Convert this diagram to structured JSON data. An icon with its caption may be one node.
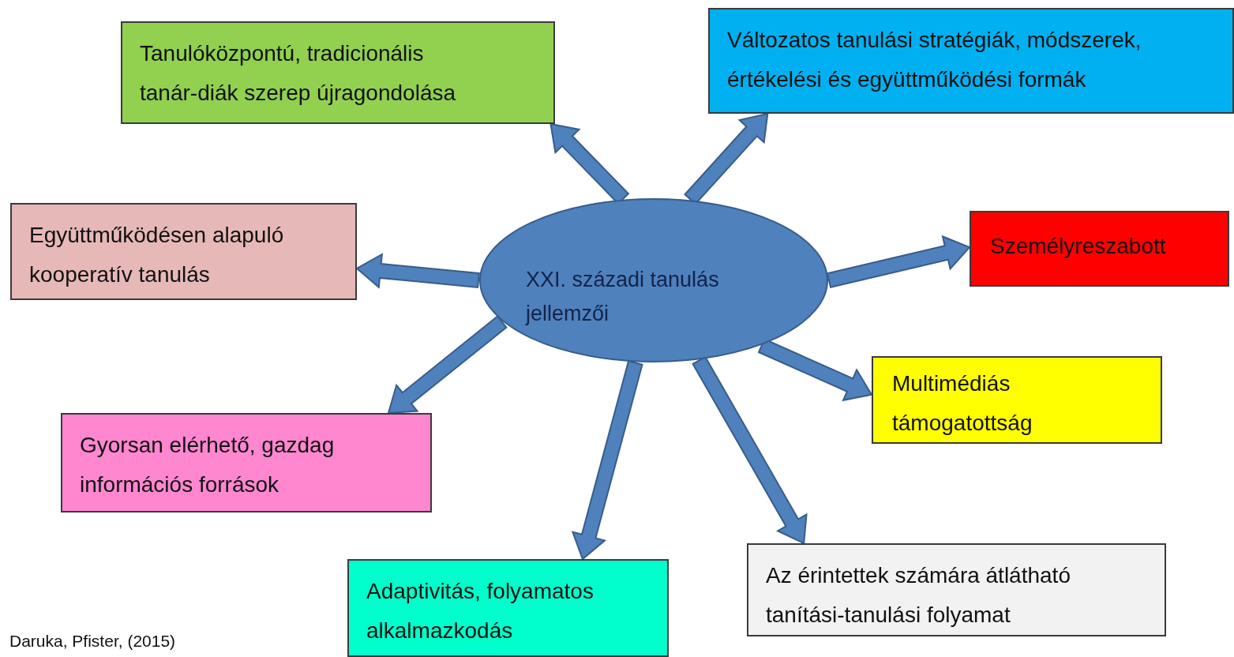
{
  "diagram": {
    "nodes": [
      {
        "text": [
          "XXI. századi tanulás jellemzői"
        ]
      },
      {
        "text": [
          "Tanulóközpontú, tradicionális tanár-diák szerep újragondolása"
        ]
      },
      {
        "text": [
          "Változatos tanulási stratégiák, módszerek, értékelési és együttműködési formák"
        ]
      },
      {
        "text": [
          "Együttműködésen alapuló kooperatív tanulás"
        ]
      },
      {
        "text": [
          "Személyreszabott"
        ]
      },
      {
        "text": [
          "Gyorsan elérhető, gazdag információs források"
        ]
      },
      {
        "text": [
          "Multimédiás támogatottság"
        ]
      },
      {
        "text": [
          "Az érintettek számára átlátható tanítási-tanulási folyamat"
        ]
      },
      {
        "text": [
          "Adaptivitás, folyamatos alkalmazkodás"
        ]
      }
    ],
    "edges": [
      {
        "from": 0,
        "to": 1,
        "arrow": "to"
      },
      {
        "from": 0,
        "to": 2,
        "arrow": "to"
      },
      {
        "from": 0,
        "to": 3,
        "arrow": "to"
      },
      {
        "from": 0,
        "to": 4,
        "arrow": "to"
      },
      {
        "from": 0,
        "to": 5,
        "arrow": "to"
      },
      {
        "from": 0,
        "to": 6,
        "arrow": "to"
      },
      {
        "from": 0,
        "to": 7,
        "arrow": "to"
      },
      {
        "from": 0,
        "to": 8,
        "arrow": "to"
      }
    ],
    "labels": [
      "Daruka, Pfister, (2015)"
    ]
  }
}
